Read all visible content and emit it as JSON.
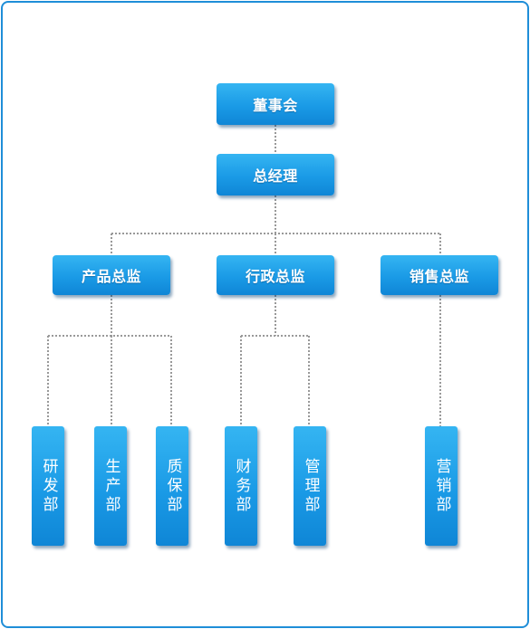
{
  "board": "董事会",
  "gm": "总经理",
  "directors": {
    "product": "产品总监",
    "admin": "行政总监",
    "sales": "销售总监"
  },
  "departments": {
    "rd": "研发部",
    "production": "生产部",
    "qa": "质保部",
    "finance": "财务部",
    "management": "管理部",
    "marketing": "营销部"
  },
  "colors": {
    "frame": "#1f8ed8",
    "box": "#1a9ae6",
    "connector": "#999999"
  }
}
